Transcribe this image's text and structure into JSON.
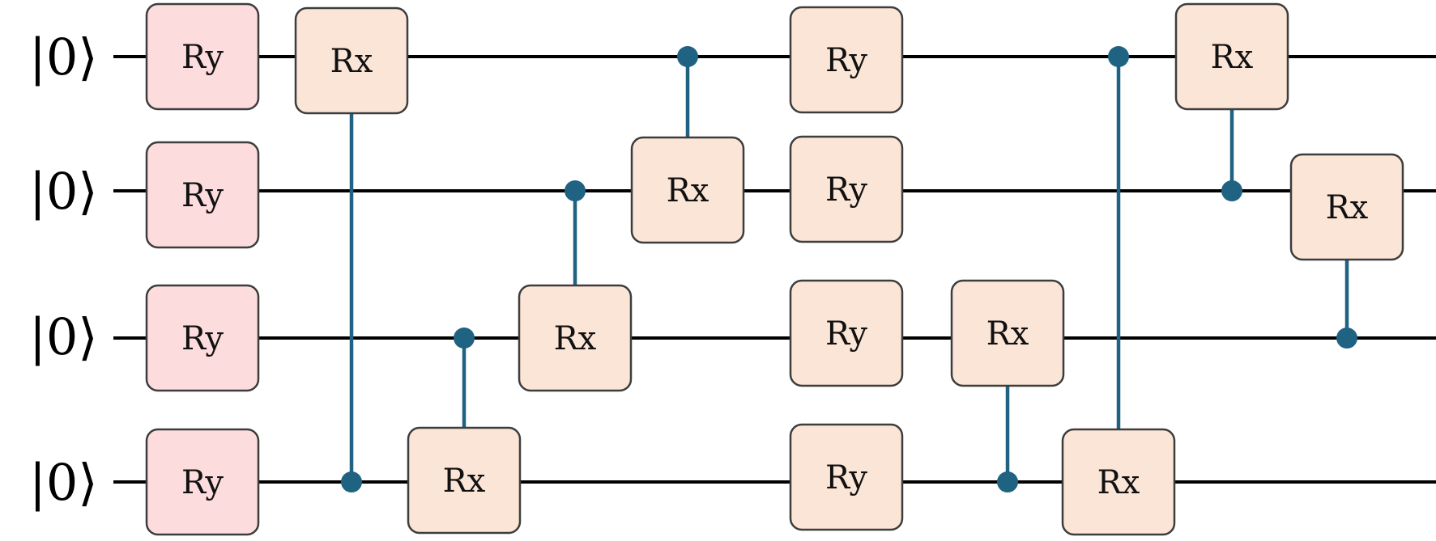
{
  "circuit": {
    "qubit_labels": [
      "|0⟩",
      "|0⟩",
      "|0⟩",
      "|0⟩"
    ],
    "colors": {
      "wire": "#000000",
      "control": "#1f6281",
      "ry_fill": "#fcdcdc",
      "rx_fill": "#fbe5d6",
      "ry_layer2_fill": "#fbe5d6",
      "gate_border": "#3d3d3d"
    },
    "gates": [
      {
        "label": "Ry",
        "qubit": 0,
        "step": 0,
        "style": "ry"
      },
      {
        "label": "Ry",
        "qubit": 1,
        "step": 0,
        "style": "ry"
      },
      {
        "label": "Ry",
        "qubit": 2,
        "step": 0,
        "style": "ry"
      },
      {
        "label": "Ry",
        "qubit": 3,
        "step": 0,
        "style": "ry"
      },
      {
        "label": "Rx",
        "qubit": 0,
        "step": 1,
        "control": 3
      },
      {
        "label": "Rx",
        "qubit": 3,
        "step": 2,
        "control": 2
      },
      {
        "label": "Rx",
        "qubit": 2,
        "step": 3,
        "control": 1
      },
      {
        "label": "Rx",
        "qubit": 1,
        "step": 4,
        "control": 0
      },
      {
        "label": "Ry",
        "qubit": 0,
        "step": 5,
        "style": "ry2"
      },
      {
        "label": "Ry",
        "qubit": 1,
        "step": 5,
        "style": "ry2"
      },
      {
        "label": "Ry",
        "qubit": 2,
        "step": 5,
        "style": "ry2"
      },
      {
        "label": "Ry",
        "qubit": 3,
        "step": 5,
        "style": "ry2"
      },
      {
        "label": "Rx",
        "qubit": 2,
        "step": 6,
        "control": 3
      },
      {
        "label": "Rx",
        "qubit": 3,
        "step": 7,
        "control": 0
      },
      {
        "label": "Rx",
        "qubit": 0,
        "step": 8,
        "control": 1
      },
      {
        "label": "Rx",
        "qubit": 1,
        "step": 9,
        "control": 2
      }
    ]
  }
}
